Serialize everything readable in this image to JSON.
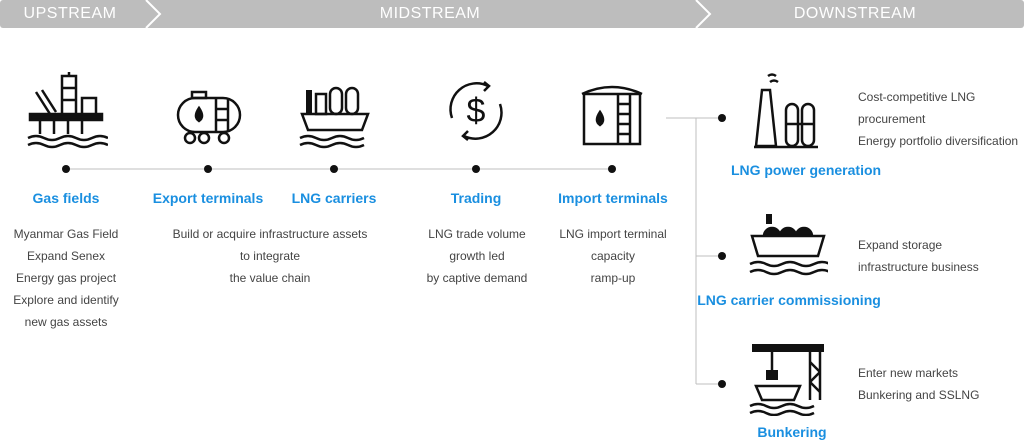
{
  "banner": {
    "upstream": "UPSTREAM",
    "midstream": "MIDSTREAM",
    "downstream": "DOWNSTREAM"
  },
  "stages": [
    {
      "icon": "offshore-platform-icon",
      "title": "Gas fields",
      "lines": [
        "Myanmar Gas Field",
        "Expand Senex",
        "Energy gas project",
        "Explore and identify",
        "new gas assets"
      ]
    },
    {
      "icon": "tank-wagon-icon",
      "title": "Export terminals",
      "lines": [
        "Build or acquire infrastructure assets",
        "to integrate",
        "the value chain"
      ]
    },
    {
      "icon": "lng-carrier-ship-icon",
      "title": "LNG carriers",
      "lines": []
    },
    {
      "icon": "dollar-cycle-icon",
      "title": "Trading",
      "lines": [
        "LNG trade volume",
        "growth led",
        "by captive demand"
      ]
    },
    {
      "icon": "storage-tank-icon",
      "title": "Import terminals",
      "lines": [
        "LNG import terminal",
        "capacity",
        "ramp-up"
      ]
    }
  ],
  "downstream": [
    {
      "icon": "power-plant-icon",
      "title": "LNG power generation",
      "lines": [
        "Cost-competitive LNG",
        "procurement",
        "Energy portfolio diversification"
      ]
    },
    {
      "icon": "lng-tanker-icon",
      "title": "LNG carrier commissioning",
      "lines": [
        "Expand storage",
        "infrastructure business"
      ]
    },
    {
      "icon": "bunkering-crane-icon",
      "title": "Bunkering",
      "lines": [
        "Enter new markets",
        "Bunkering and SSLNG"
      ]
    }
  ],
  "colors": {
    "banner": "#bdbdbd",
    "accent": "#1a8fe0",
    "line": "#bfbfbf",
    "icon": "#111111"
  }
}
